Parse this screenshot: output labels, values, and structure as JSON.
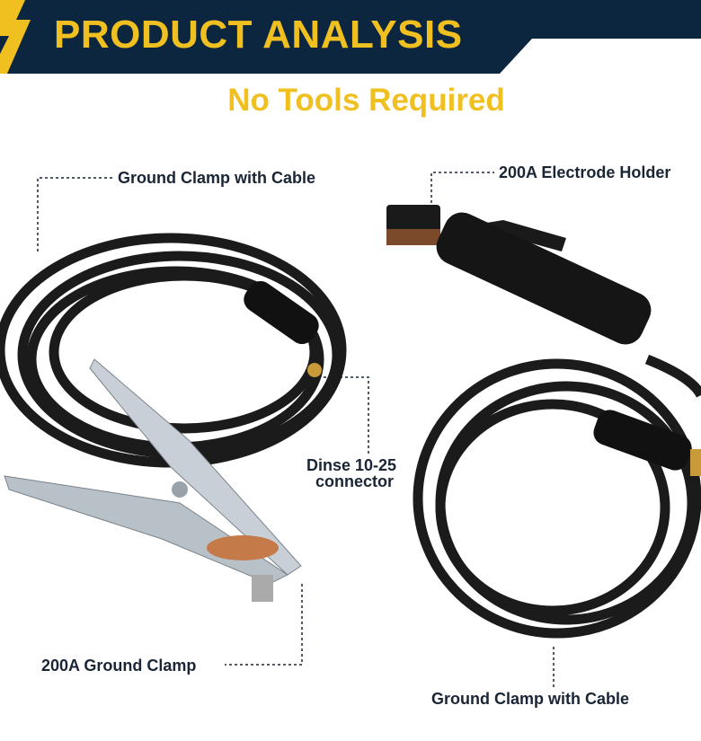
{
  "header": {
    "title": "PRODUCT ANALYSIS",
    "subtitle": "No Tools Required"
  },
  "labels": {
    "ground_clamp_cable_top": "Ground Clamp with Cable",
    "electrode_holder": "200A Electrode Holder",
    "dinse_line1": "Dinse 10-25",
    "dinse_line2": "connector",
    "ground_clamp": "200A Ground Clamp",
    "ground_clamp_cable_bottom": "Ground Clamp with Cable"
  },
  "colors": {
    "navy": "#0d2640",
    "accent": "#f0c020"
  }
}
